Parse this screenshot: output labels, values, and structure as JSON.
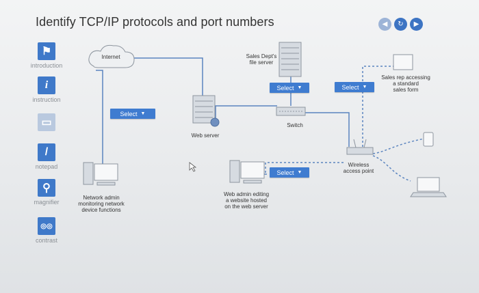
{
  "header": {
    "title": "Identify TCP/IP protocols and port numbers"
  },
  "nav": {
    "back_glyph": "◀",
    "refresh_glyph": "↻",
    "forward_glyph": "▶"
  },
  "tools": [
    {
      "label": "introduction",
      "icon": "flag-icon",
      "glyph": "⚑"
    },
    {
      "label": "instruction",
      "icon": "info-icon",
      "glyph": "i"
    },
    {
      "label": "",
      "icon": "monitor-icon",
      "glyph": "▭"
    },
    {
      "label": "notepad",
      "icon": "pencil-icon",
      "glyph": "/"
    },
    {
      "label": "magnifier",
      "icon": "magnifier-icon",
      "glyph": "⚲"
    },
    {
      "label": "contrast",
      "icon": "glasses-icon",
      "glyph": "◎◎"
    }
  ],
  "diagram": {
    "internet": "Internet",
    "file_server": [
      "Sales Dept's",
      "file server"
    ],
    "web_server": "Web server",
    "switch": "Switch",
    "wap": [
      "Wireless",
      "access point"
    ],
    "net_admin": [
      "Network admin",
      "monitoring network",
      "device functions"
    ],
    "web_admin": [
      "Web admin editing",
      "a website hosted",
      "on the web server"
    ],
    "sales_rep": [
      "Sales rep accessing",
      "a standard",
      "sales form"
    ]
  },
  "selects": {
    "internet_link": "Select",
    "file_server": "Select",
    "wireless": "Select",
    "web_admin": "Select",
    "caret": "▼"
  },
  "colors": {
    "accent": "#3f7cd0",
    "line": "#5a84bf"
  }
}
